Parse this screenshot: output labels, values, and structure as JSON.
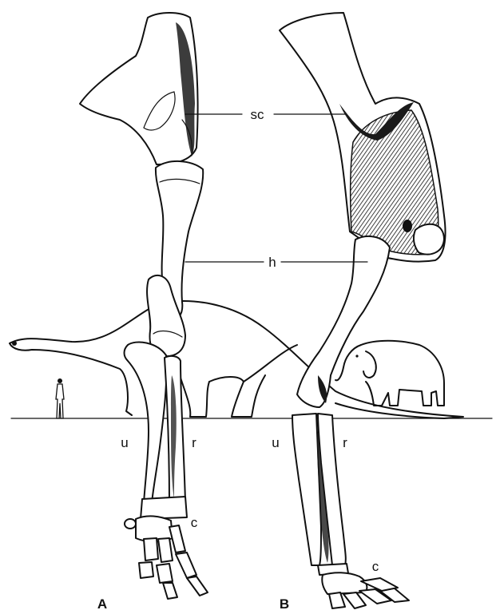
{
  "labels": {
    "scapula": "sc",
    "humerus": "h",
    "ulna_a": "u",
    "radius_a": "r",
    "carpus_a": "c",
    "ulna_b": "u",
    "radius_b": "r",
    "carpus_b": "c"
  },
  "panels": {
    "a": "A",
    "b": "B"
  },
  "colors": {
    "ink": "#111111",
    "paper": "#ffffff"
  }
}
